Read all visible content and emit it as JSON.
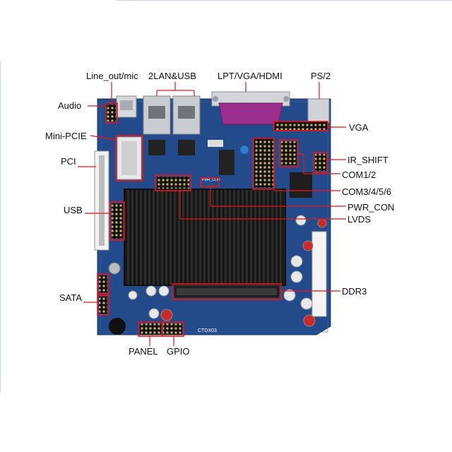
{
  "labels": {
    "line_out_mic": "Line_out/mic",
    "lan_usb": "2LAN&USB",
    "lpt_vga_hdmi": "LPT/VGA/HDMI",
    "ps2": "PS/2",
    "audio": "Audio",
    "mini_pcie": "Mini-PCIE",
    "pci": "PCI",
    "usb": "USB",
    "sata": "SATA",
    "vga": "VGA",
    "ir_shift": "IR_SHIFT",
    "com12": "COM1/2",
    "com3456": "COM3/4/5/6",
    "pwr_con": "PWR_CON",
    "lvds": "LVDS",
    "ddr3": "DDR3",
    "panel": "PANEL",
    "gpio": "GPIO"
  },
  "board": {
    "silk_model": "CTDX03",
    "silk_pwr": "PWR_CON"
  },
  "colors": {
    "pcb": "#234b8c",
    "heatsink": "#1b1b1b",
    "callout": "#e11111",
    "lpt_connector": "#9b2f8e"
  }
}
